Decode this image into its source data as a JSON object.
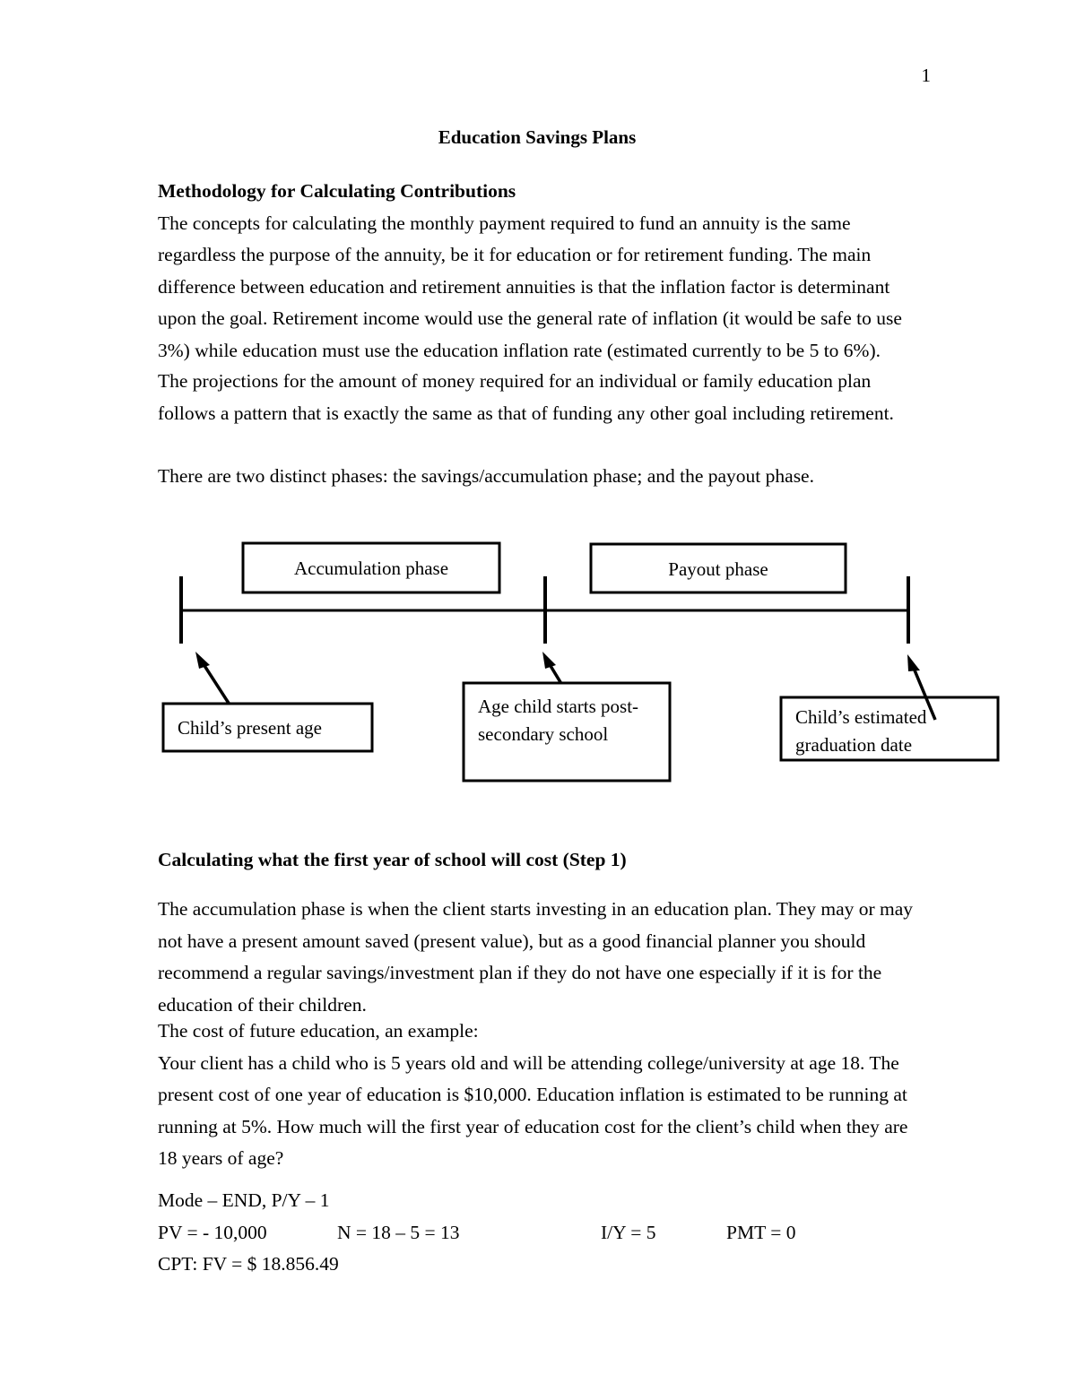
{
  "page": {
    "number": "1",
    "title": "Education Savings Plans"
  },
  "sections": {
    "methodology": {
      "heading": "Methodology for Calculating Contributions",
      "body": "The concepts for calculating the monthly payment required to fund an annuity is the same regardless the purpose of the annuity, be it for education or for retirement funding. The main difference between education and retirement annuities is that the inflation factor is determinant upon the goal. Retirement income would use the general rate of inflation (it would be safe to use 3%) while education must use the education inflation rate (estimated currently to be 5 to 6%)."
    },
    "projections": {
      "body": "The projections for the amount of money required for an individual or family education plan follows a pattern that is exactly the same as that of funding any other goal including retirement."
    },
    "phases": {
      "body": "There are two distinct phases: the savings/accumulation phase; and the payout phase."
    },
    "step1": {
      "heading": "Calculating what the first year of school will cost (Step 1)",
      "body": "The accumulation phase is when the client starts investing in an education plan. They may or may not have a present amount saved (present value), but as a good financial planner you should recommend a regular savings/investment plan if they do not have one especially if it is for the education of their children."
    },
    "example": {
      "lead": "The cost of future education, an example:",
      "body": "Your client has a child who is 5 years old and will be attending college/university at age 18. The present cost of one year of education is $10,000. Education inflation is estimated to be running at running at 5%. How much will the first year of education cost for the client’s child when they are 18 years of age?"
    }
  },
  "calculation": {
    "mode_line": "Mode – END, P/Y – 1",
    "pv": "PV = - 10,000",
    "n": "N = 18 – 5 = 13",
    "iy": "I/Y = 5",
    "pmt": "PMT = 0",
    "result": "CPT: FV = $ 18.856.49"
  },
  "diagram": {
    "phase_boxes": [
      {
        "label": "Accumulation phase"
      },
      {
        "label": "Payout phase"
      }
    ],
    "callouts": [
      {
        "label": "Child’s present age"
      },
      {
        "label_line1": "Age child starts post-",
        "label_line2": "secondary school"
      },
      {
        "label_line1": "Child’s estimated",
        "label_line2": "graduation date"
      }
    ],
    "stroke_color": "#000000"
  }
}
